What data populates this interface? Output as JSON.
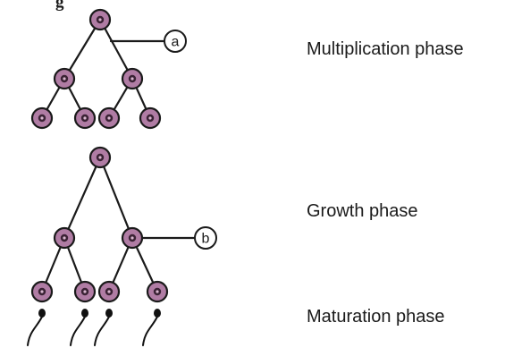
{
  "heading_fragment": "g",
  "phases": {
    "multiplication": "Multiplication phase",
    "growth": "Growth phase",
    "maturation": "Maturation phase"
  },
  "callouts": {
    "a": "a",
    "b": "b"
  },
  "colors": {
    "cell_fill": "#b07ca4",
    "cell_nucleus": "#3a2234",
    "line": "#1a1a1a"
  }
}
